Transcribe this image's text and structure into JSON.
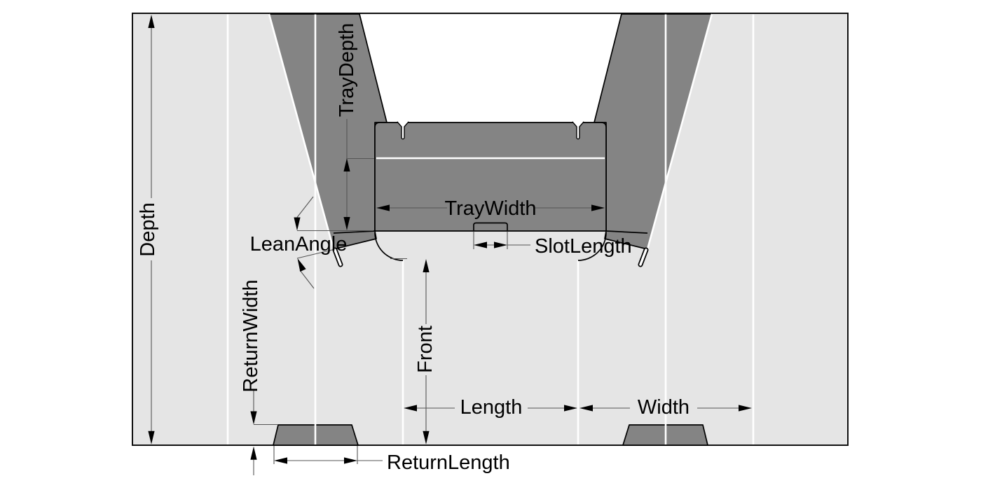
{
  "diagram": {
    "description": "Flat-pattern technical drawing of a sheet-metal tray with dimension annotations",
    "labels": {
      "depth": "Depth",
      "tray_depth": "TrayDepth",
      "tray_width": "TrayWidth",
      "slot_length": "SlotLength",
      "lean_angle": "LeanAngle",
      "return_width": "ReturnWidth",
      "front": "Front",
      "length": "Length",
      "width": "Width",
      "return_length": "ReturnLength"
    },
    "colors": {
      "background": "#ffffff",
      "panel": "#e5e5e5",
      "part": "#848484",
      "outline": "#000000",
      "dimension_line": "#555555",
      "fold_line": "#ffffff",
      "text": "#000000"
    }
  }
}
